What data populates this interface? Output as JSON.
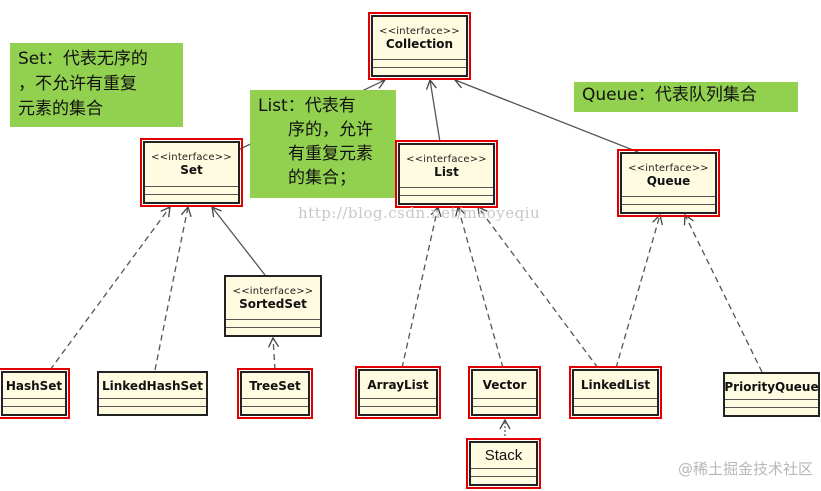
{
  "stereotype": "<<interface>>",
  "interfaces": {
    "collection": "Collection",
    "set": "Set",
    "list": "List",
    "queue": "Queue",
    "sortedset": "SortedSet"
  },
  "classes": {
    "hashset": "HashSet",
    "linkedhashset": "LinkedHashSet",
    "treeset": "TreeSet",
    "arraylist": "ArrayList",
    "vector": "Vector",
    "linkedlist": "LinkedList",
    "priorityqueue": "PriorityQueue",
    "stack": "Stack"
  },
  "notes": {
    "set": [
      "Set：代表无序的",
      "，不允许有重复",
      "元素的集合"
    ],
    "list": [
      "List：代表有",
      "序的，允许",
      "有重复元素",
      "的集合；"
    ],
    "queue": "Queue：代表队列集合"
  },
  "watermark": "http://blog.csdn.net/maoyeqiu",
  "corner_watermark": "@稀土掘金技术社区"
}
